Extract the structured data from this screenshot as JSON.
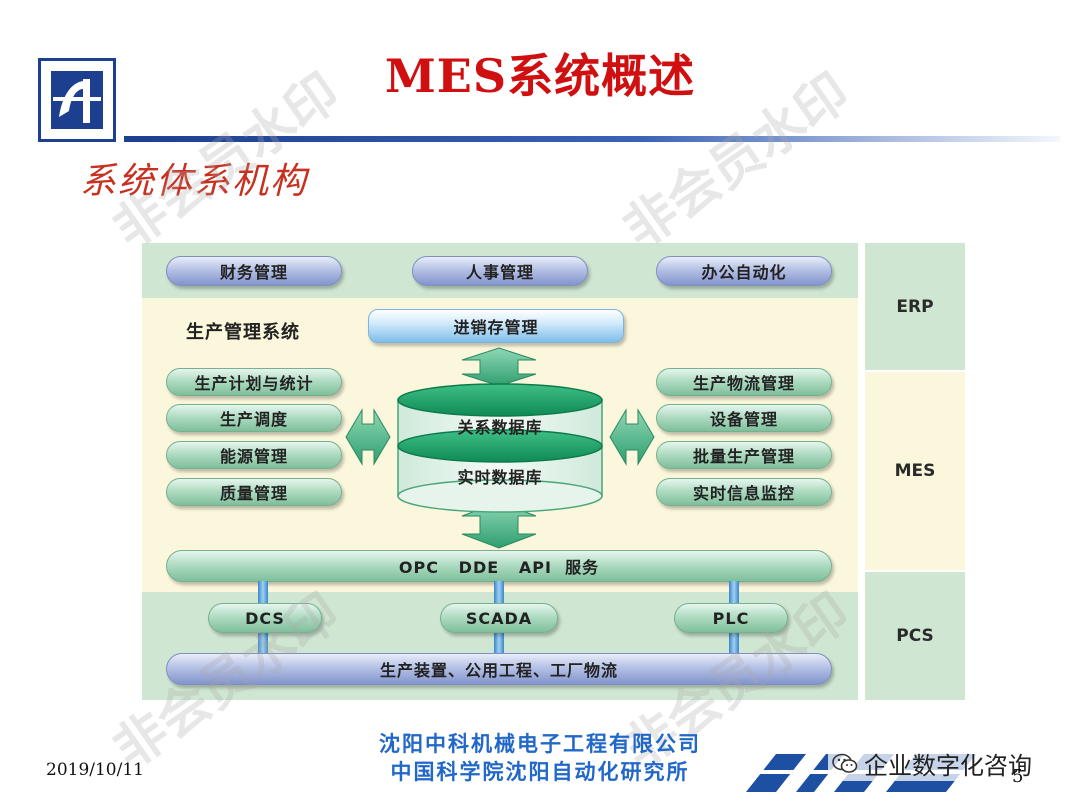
{
  "title": "MES系统概述",
  "subtitle": "系统体系机构",
  "erp_row": [
    "财务管理",
    "人事管理",
    "办公自动化"
  ],
  "production_mgmt_label": "生产管理系统",
  "inventory_mgmt": "进销存管理",
  "left_modules": [
    "生产计划与统计",
    "生产调度",
    "能源管理",
    "质量管理"
  ],
  "right_modules": [
    "生产物流管理",
    "设备管理",
    "批量生产管理",
    "实时信息监控"
  ],
  "database": {
    "relational": "关系数据库",
    "realtime": "实时数据库"
  },
  "service_bar": "OPC   DDE   API  服务",
  "pcs_row": [
    "DCS",
    "SCADA",
    "PLC"
  ],
  "bottom_bar": "生产装置、公用工程、工厂物流",
  "layers": [
    "ERP",
    "MES",
    "PCS"
  ],
  "footer": {
    "company_line1": "沈阳中科机械电子工程有限公司",
    "company_line2": "中国科学院沈阳自动化研究所",
    "date": "2019/10/11",
    "page": "5",
    "wechat_account": "企业数字化咨询"
  },
  "watermark_text": "非会员水印",
  "colors": {
    "title": "#d01010",
    "subtitle": "#c83020",
    "header_line": "#1d3f8f",
    "erp_pcs_band": "#cfe6d2",
    "mes_band": "#fbf7dc",
    "footer_text": "#2268c8"
  }
}
